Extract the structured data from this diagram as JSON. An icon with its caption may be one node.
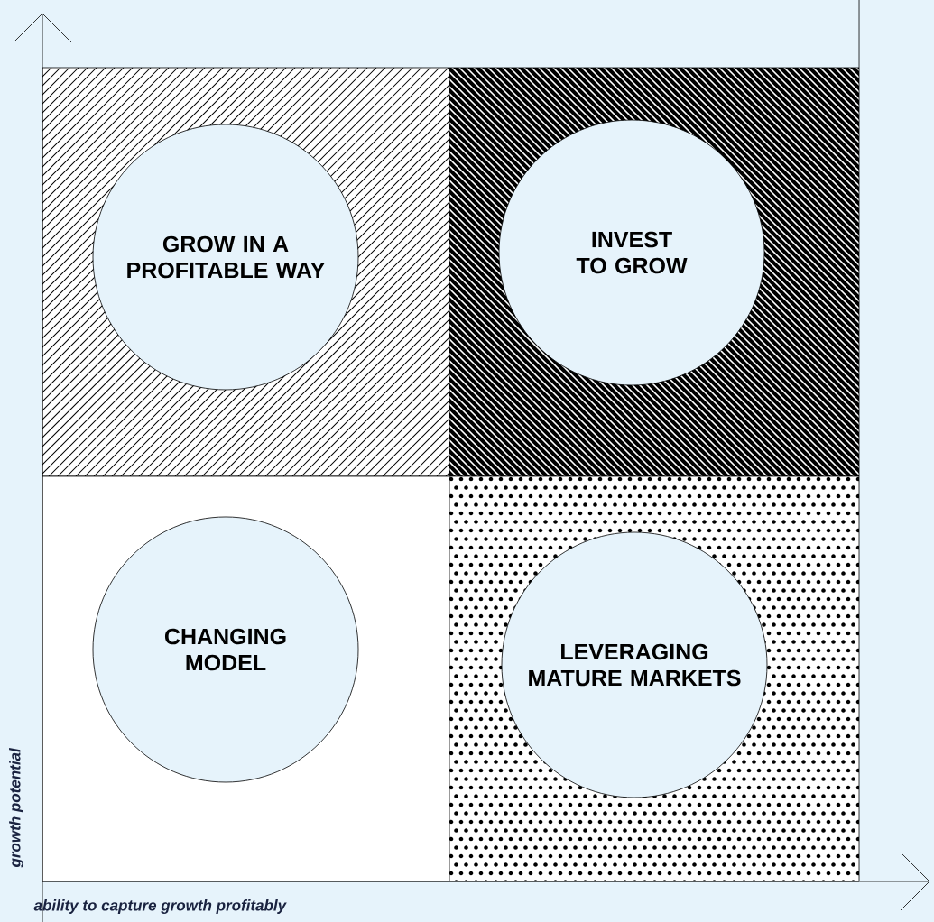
{
  "diagram": {
    "nodes": [
      {
        "text": [
          "GROW IN A PROFITABLE WAY"
        ]
      },
      {
        "text": [
          "INVEST TO GROW"
        ]
      },
      {
        "text": [
          "CHANGING MODEL"
        ]
      },
      {
        "text": [
          "LEVERAGING MATURE MARKETS"
        ]
      }
    ],
    "labels": [
      "growth potential",
      "ability to capture growth profitably"
    ]
  }
}
